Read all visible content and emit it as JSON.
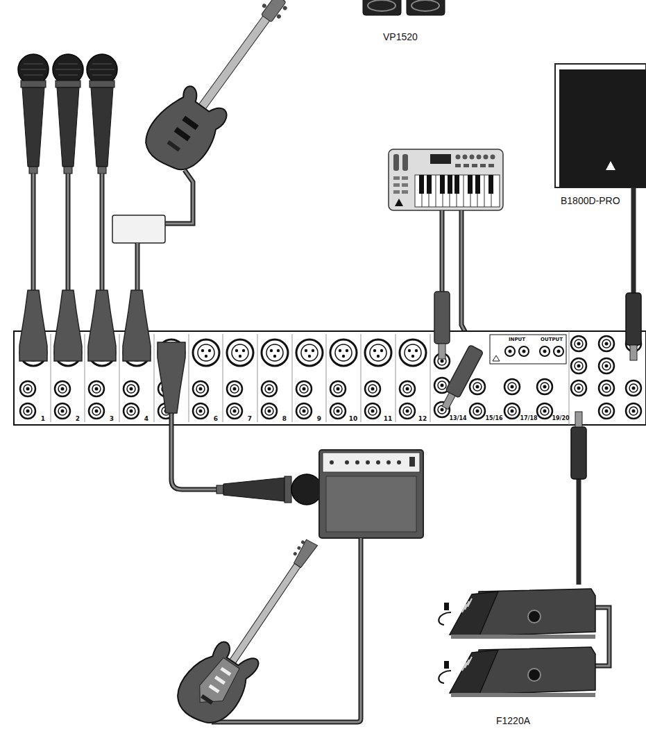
{
  "diagram": {
    "nodes": [
      {
        "text": [
          "VP1520"
        ]
      },
      {
        "text": [
          "B1800D-PRO"
        ]
      },
      {
        "text": [
          "1",
          "2",
          "3",
          "4",
          "6",
          "7",
          "8",
          "9",
          "10",
          "11",
          "12",
          "13/14",
          "15/16",
          "17/18",
          "19/20",
          "INPUT",
          "OUTPUT"
        ]
      },
      {
        "text": [
          "F1220A"
        ]
      }
    ],
    "edges": [
      {
        "from": 2,
        "to": 1,
        "arrow": "none"
      },
      {
        "from": 2,
        "to": 3,
        "arrow": "none"
      }
    ]
  }
}
